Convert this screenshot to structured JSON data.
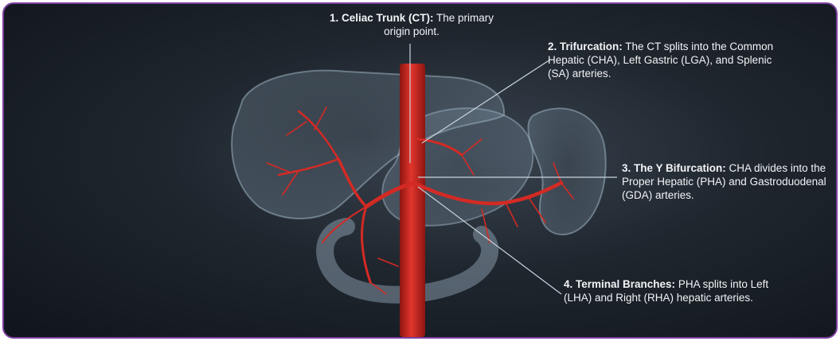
{
  "annotations": [
    {
      "title": "1. Celiac Trunk (CT):",
      "text": " The primary origin point."
    },
    {
      "title": "2. Trifurcation:",
      "text": " The CT splits into the Common Hepatic (CHA), Left Gastric (LGA), and Splenic (SA) arteries."
    },
    {
      "title": "3. The Y Bifurcation:",
      "text": " CHA divides into the Proper Hepatic (PHA) and Gastroduodenal (GDA) arteries."
    },
    {
      "title": "4. Terminal Branches:",
      "text": " PHA splits into Left (LHA) and Right (RHA) hepatic arteries."
    }
  ],
  "colors": {
    "border": "#7b3fa0",
    "artery": "#d42a24",
    "organ": "#8fa6b8",
    "leader": "#c9d4dc"
  }
}
